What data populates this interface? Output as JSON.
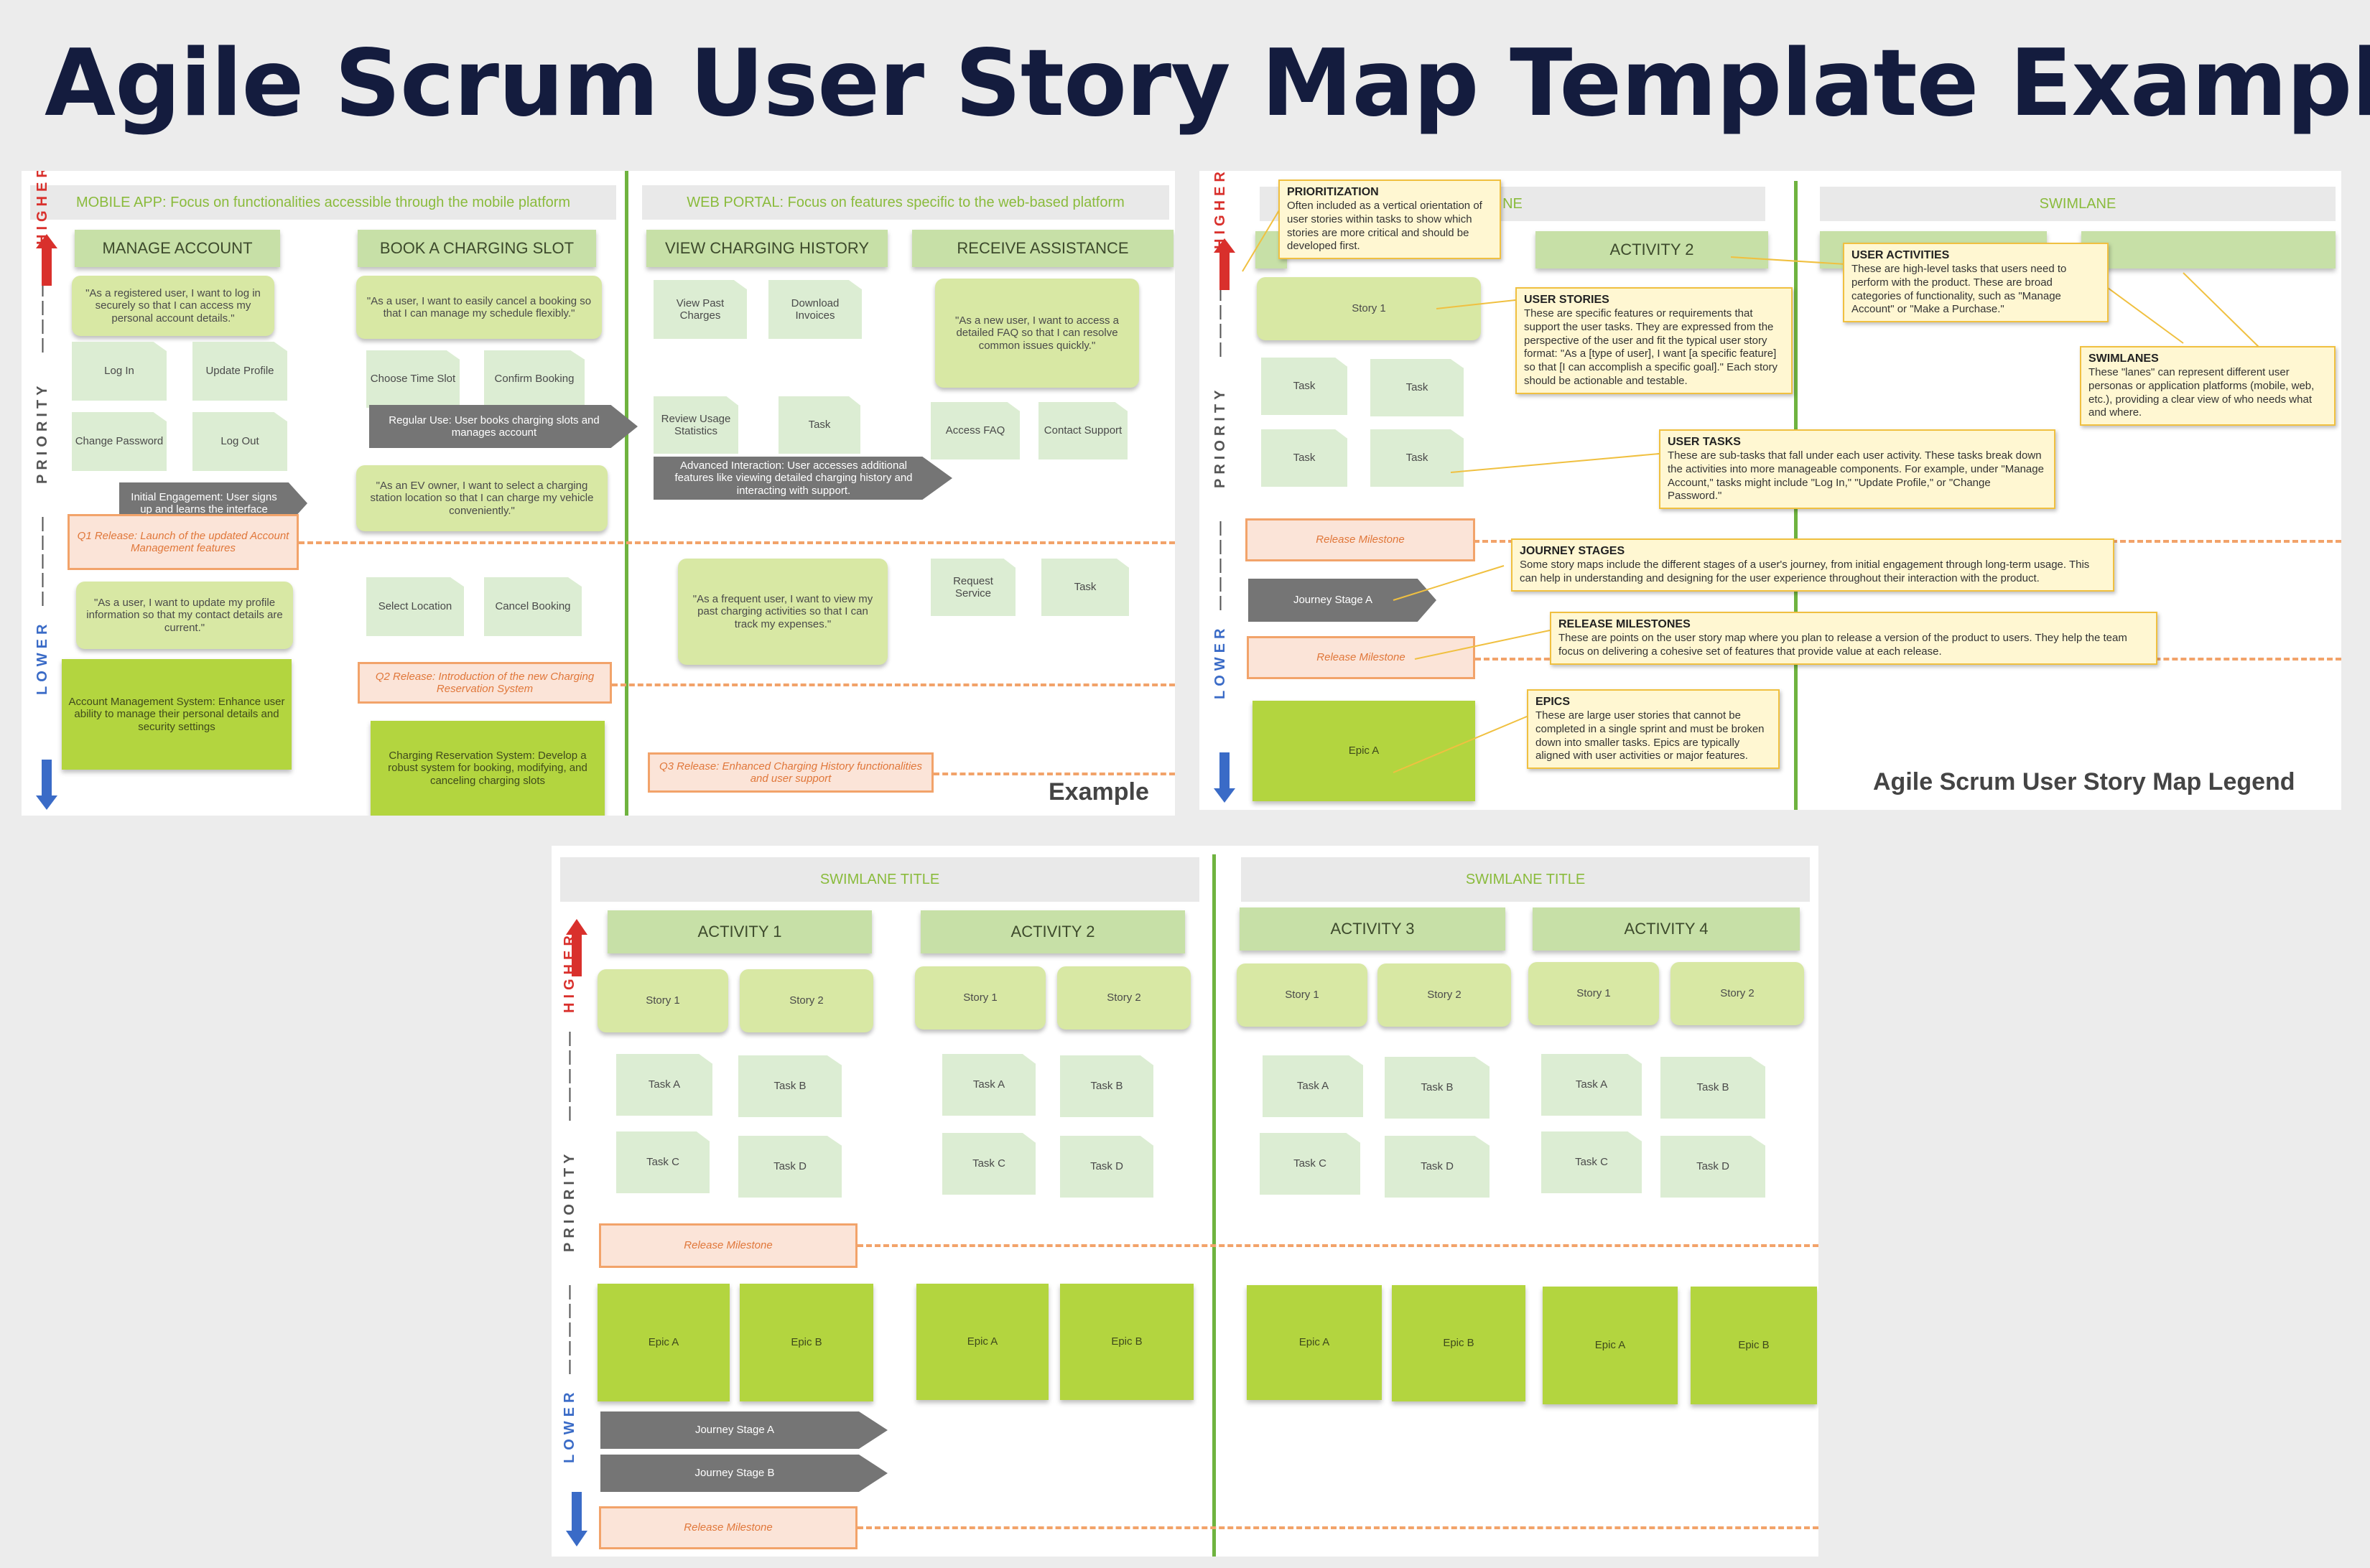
{
  "title": "Agile Scrum User Story Map Template Example",
  "colors": {
    "activity": "#c7e0a7",
    "story": "#d8e8a4",
    "task": "#dcedd3",
    "epic": "#b3d53f",
    "release": "#f2a36a",
    "stage": "#757575",
    "swimlane_text": "#8abb3c",
    "higher": "#d9302c",
    "lower": "#3a6bc7",
    "divider": "#6fb33f",
    "title": "#141c3e"
  },
  "priority": {
    "higher": "HIGHER",
    "priority": "PRIORITY",
    "lower": "LOWER"
  },
  "example": {
    "label": "Example",
    "swimlanes": [
      "MOBILE APP: Focus on functionalities accessible through the mobile platform",
      "WEB PORTAL: Focus on features specific to the web-based platform"
    ],
    "activities": [
      "MANAGE ACCOUNT",
      "BOOK A CHARGING SLOT",
      "VIEW CHARGING HISTORY",
      "RECEIVE ASSISTANCE"
    ],
    "stories": [
      "\"As a registered user, I want to log in securely so that I can access my personal account details.\"",
      "\"As a user, I want to easily cancel a booking so that I can manage my schedule flexibly.\"",
      "\"As a new user, I want to access a detailed FAQ so that I can resolve common issues quickly.\"",
      "\"As an EV owner, I want to select a charging station location so that I can charge my vehicle conveniently.\"",
      "\"As a user, I want to update my profile information so that my contact details are current.\"",
      "\"As a frequent user, I want to view my past charging activities so that I can track my expenses.\""
    ],
    "tasks": [
      "Log In",
      "Update Profile",
      "Change Password",
      "Log Out",
      "Choose Time Slot",
      "Confirm Booking",
      "View Past Charges",
      "Download Invoices",
      "Review Usage Statistics",
      "Task",
      "Access FAQ",
      "Contact Support",
      "Select Location",
      "Cancel Booking",
      "Request Service",
      "Task"
    ],
    "stages": [
      "Initial Engagement: User signs up and learns the interface",
      "Regular Use: User books charging slots and manages account",
      "Advanced Interaction: User accesses additional features like viewing detailed charging history and interacting with support."
    ],
    "releases": [
      "Q1 Release: Launch of the updated Account Management features",
      "Q2 Release: Introduction of the new Charging Reservation System",
      "Q3 Release: Enhanced Charging History functionalities and user support"
    ],
    "epics": [
      "Account Management System: Enhance user ability to manage their personal details and security settings",
      "Charging Reservation System: Develop a robust system for booking, modifying, and canceling charging slots"
    ]
  },
  "legend": {
    "label": "Agile Scrum User Story Map Legend",
    "swimlanes": [
      "NE",
      "SWIMLANE"
    ],
    "activities": [
      "ACTIVITY 2"
    ],
    "story": "Story 1",
    "task": "Task",
    "release": "Release Milestone",
    "stage": "Journey Stage A",
    "epic": "Epic A",
    "notes": [
      {
        "title": "PRIORITIZATION",
        "text": "Often included as a vertical orientation of user stories within tasks to show which stories are more critical and should be developed first."
      },
      {
        "title": "USER STORIES",
        "text": "These are specific features or requirements that support the user tasks. They are expressed from the perspective of the user and fit the typical user story format: \"As a [type of user], I want [a specific feature] so that [I can accomplish a specific goal].\" Each story should be actionable and testable."
      },
      {
        "title": "USER ACTIVITIES",
        "text": "These are high-level tasks that users need to perform with the product. These are broad categories of functionality, such as \"Manage Account\" or \"Make a Purchase.\""
      },
      {
        "title": "SWIMLANES",
        "text": "These \"lanes\" can represent different user personas or application platforms (mobile, web, etc.), providing a clear view of who needs what and where."
      },
      {
        "title": "USER TASKS",
        "text": "These are sub-tasks that fall under each user activity. These tasks break down the activities into more manageable components. For example, under \"Manage Account,\" tasks might include \"Log In,\" \"Update Profile,\" or \"Change Password.\""
      },
      {
        "title": "JOURNEY STAGES",
        "text": "Some story maps include the different stages of a user's journey, from initial engagement through long-term usage. This can help in understanding and designing for the user experience throughout their interaction with the product."
      },
      {
        "title": "RELEASE MILESTONES",
        "text": "These are points on the user story map where you plan to release a version of the product to users. They help the team focus on delivering a cohesive set of features that provide value at each release."
      },
      {
        "title": "EPICS",
        "text": "These are large user stories that cannot be completed in a single sprint and must be broken down into smaller tasks. Epics are typically aligned with user activities or major features."
      }
    ]
  },
  "template": {
    "swimlanes": [
      "SWIMLANE TITLE",
      "SWIMLANE TITLE"
    ],
    "activities": [
      "ACTIVITY 1",
      "ACTIVITY 2",
      "ACTIVITY 3",
      "ACTIVITY 4"
    ],
    "stories": [
      "Story 1",
      "Story 2"
    ],
    "tasks": [
      "Task A",
      "Task B",
      "Task C",
      "Task D"
    ],
    "epics": [
      "Epic A",
      "Epic B"
    ],
    "release": "Release Milestone",
    "stages": [
      "Journey Stage A",
      "Journey Stage B"
    ]
  }
}
